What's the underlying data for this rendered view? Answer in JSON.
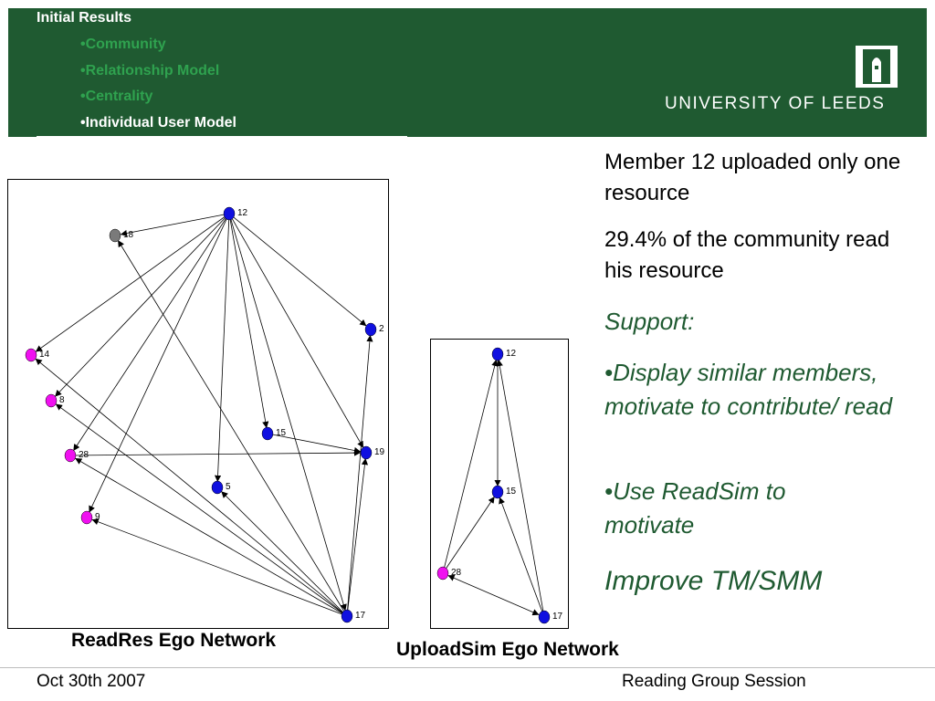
{
  "header": {
    "title": "Initial Results",
    "items": [
      {
        "label": "•Community",
        "active": false
      },
      {
        "label": "•Relationship Model",
        "active": false
      },
      {
        "label": "•Centrality",
        "active": false
      },
      {
        "label": "•Individual User Model",
        "active": true
      }
    ],
    "university": "UNIVERSITY OF LEEDS"
  },
  "right_text": {
    "p1": "Member 12 uploaded only one resource",
    "p2": "29.4% of the community read his resource",
    "support": "Support:",
    "bullet1": "•Display similar members, motivate to contribute/ read",
    "bullet2": "•Use ReadSim to motivate",
    "improve": "Improve TM/SMM"
  },
  "networks": {
    "readres": {
      "caption": "ReadRes Ego Network",
      "nodes": [
        {
          "id": "12",
          "color": "#1010e0"
        },
        {
          "id": "18",
          "color": "#7a7a7a"
        },
        {
          "id": "14",
          "color": "#f010f0"
        },
        {
          "id": "8",
          "color": "#f010f0"
        },
        {
          "id": "28",
          "color": "#f010f0"
        },
        {
          "id": "9",
          "color": "#f010f0"
        },
        {
          "id": "2",
          "color": "#1010e0"
        },
        {
          "id": "15",
          "color": "#1010e0"
        },
        {
          "id": "19",
          "color": "#1010e0"
        },
        {
          "id": "5",
          "color": "#1010e0"
        },
        {
          "id": "17",
          "color": "#1010e0"
        }
      ]
    },
    "uploadsim": {
      "caption": "UploadSim Ego Network",
      "nodes": [
        {
          "id": "12",
          "color": "#1010e0"
        },
        {
          "id": "15",
          "color": "#1010e0"
        },
        {
          "id": "28",
          "color": "#f010f0"
        },
        {
          "id": "17",
          "color": "#1010e0"
        }
      ]
    }
  },
  "footer": {
    "date": "Oct 30th 2007",
    "session": "Reading Group Session"
  }
}
